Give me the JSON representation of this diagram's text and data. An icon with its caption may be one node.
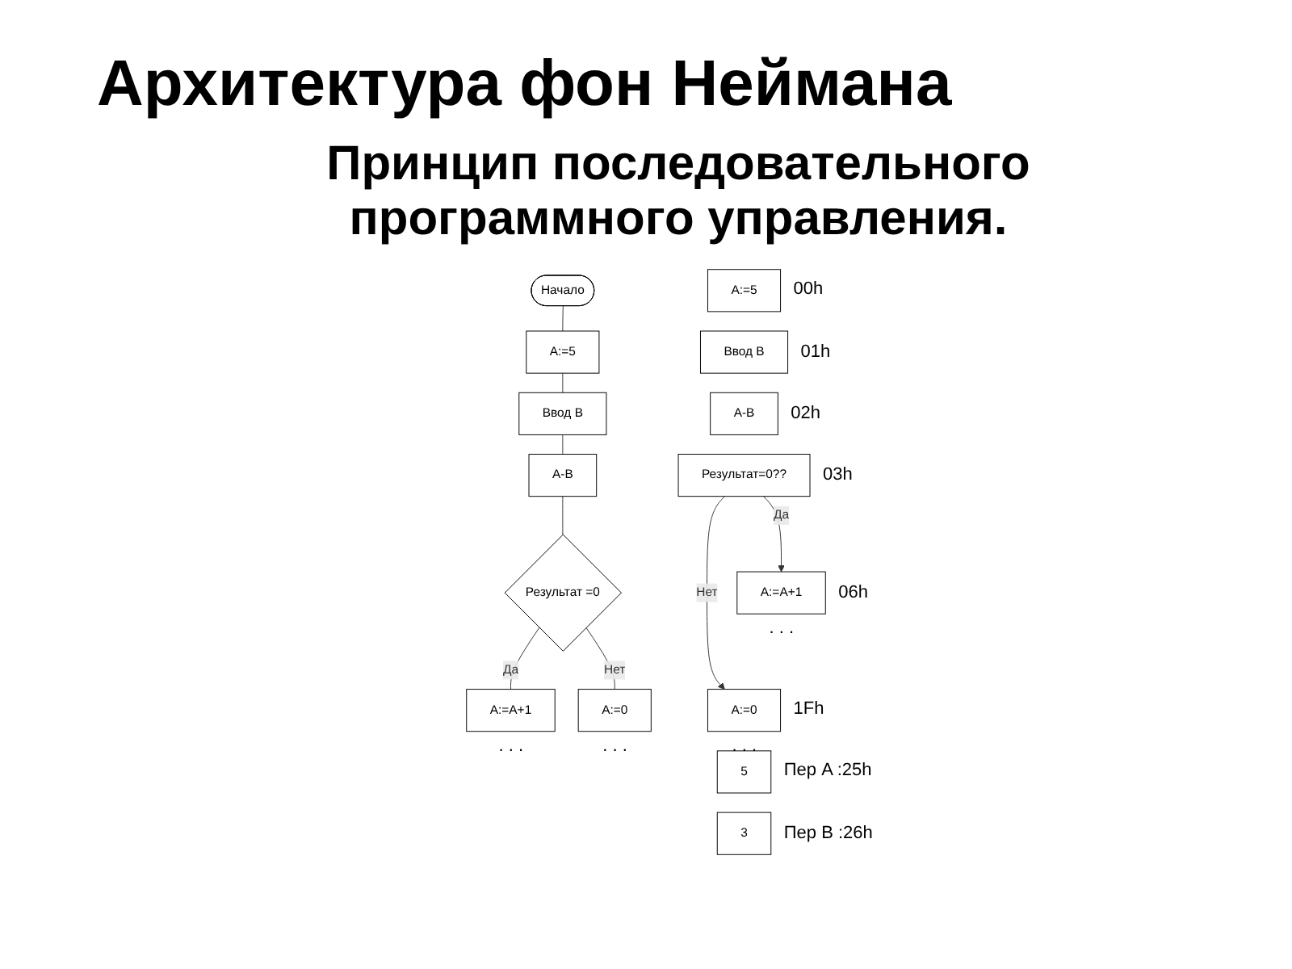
{
  "diagram": {
    "title": "Архитектура фон Неймана",
    "caption": "Принцип последовательного программного управления.",
    "nodes": [
      {
        "text": [
          "Начало"
        ]
      },
      {
        "text": [
          "A:=5"
        ]
      },
      {
        "text": [
          "Ввод B"
        ]
      },
      {
        "text": [
          "A-B"
        ]
      },
      {
        "text": [
          "Результат =0"
        ]
      },
      {
        "text": [
          "A:=A+1"
        ],
        "beside": [
          ". . ."
        ]
      },
      {
        "text": [
          "A:=0"
        ],
        "beside": [
          ". . ."
        ]
      },
      {
        "text": [
          "A:=5"
        ],
        "beside": [
          "00h"
        ]
      },
      {
        "text": [
          "Ввод B"
        ],
        "beside": [
          "01h"
        ]
      },
      {
        "text": [
          "A-B"
        ],
        "beside": [
          "02h"
        ]
      },
      {
        "text": [
          "Результат=0??"
        ],
        "beside": [
          "03h"
        ]
      },
      {
        "text": [
          "A:=A+1"
        ],
        "beside": [
          "06h"
        ]
      },
      {
        "text": [
          "A:=0"
        ],
        "beside": [
          "1Fh"
        ]
      },
      {
        "text": [
          "5"
        ],
        "beside": [
          "Пер A :25h"
        ]
      },
      {
        "text": [
          "3"
        ],
        "beside": [
          "Пер B :26h"
        ]
      }
    ],
    "edges": [
      {
        "from": 0,
        "to": 1,
        "arrow": "none"
      },
      {
        "from": 1,
        "to": 2,
        "arrow": "none"
      },
      {
        "from": 2,
        "to": 3,
        "arrow": "none"
      },
      {
        "from": 3,
        "to": 4,
        "arrow": "none"
      },
      {
        "from": 4,
        "to": 5,
        "arrow": "none",
        "label": "Да"
      },
      {
        "from": 4,
        "to": 6,
        "arrow": "none",
        "label": "Нет"
      },
      {
        "from": 10,
        "to": 11,
        "arrow": "to",
        "label": "Да"
      },
      {
        "from": 10,
        "to": 12,
        "arrow": "to",
        "label": "Нет"
      }
    ],
    "labels": [
      ". . .",
      ". . ."
    ]
  }
}
